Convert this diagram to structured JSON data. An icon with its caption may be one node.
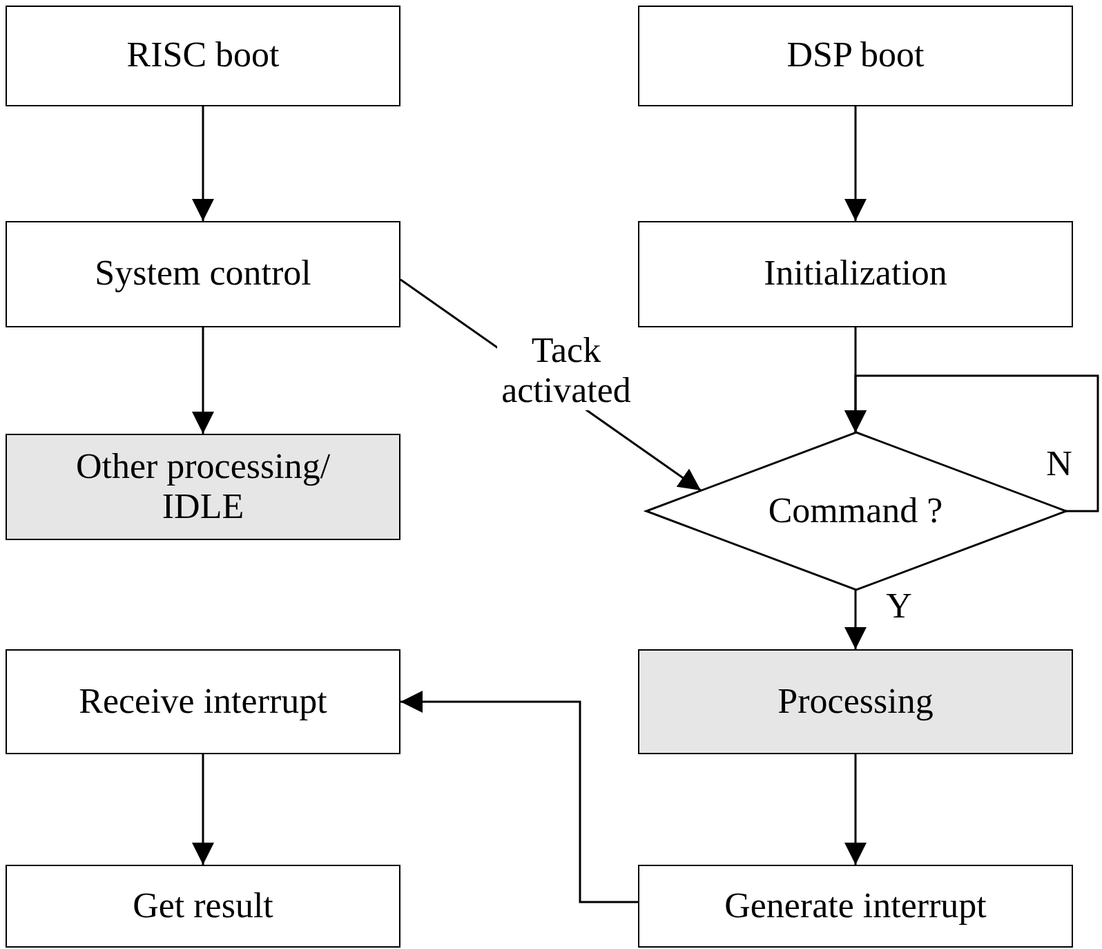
{
  "diagram": {
    "nodes": [
      {
        "text": [
          "RISC  boot"
        ]
      },
      {
        "text": [
          "DSP  boot"
        ]
      },
      {
        "text": [
          "System control"
        ]
      },
      {
        "text": [
          "Initialization"
        ]
      },
      {
        "text": [
          "Other processing/ IDLE"
        ]
      },
      {
        "text": [
          "Command ?"
        ]
      },
      {
        "text": [
          "Receive interrupt"
        ]
      },
      {
        "text": [
          "Processing"
        ]
      },
      {
        "text": [
          "Get result"
        ]
      },
      {
        "text": [
          "Generate interrupt"
        ]
      }
    ],
    "edges": [
      {
        "from": 0,
        "to": 2,
        "arrow": "to"
      },
      {
        "from": 1,
        "to": 3,
        "arrow": "to"
      },
      {
        "from": 2,
        "to": 4,
        "arrow": "to"
      },
      {
        "from": 2,
        "to": 5,
        "arrow": "to",
        "label": "Tack activated"
      },
      {
        "from": 3,
        "to": 5,
        "arrow": "to"
      },
      {
        "from": 5,
        "to": 5,
        "arrow": "to",
        "label": "N"
      },
      {
        "from": 5,
        "to": 7,
        "arrow": "to",
        "label": "Y"
      },
      {
        "from": 7,
        "to": 9,
        "arrow": "to"
      },
      {
        "from": 9,
        "to": 6,
        "arrow": "to"
      },
      {
        "from": 6,
        "to": 8,
        "arrow": "to"
      }
    ]
  }
}
